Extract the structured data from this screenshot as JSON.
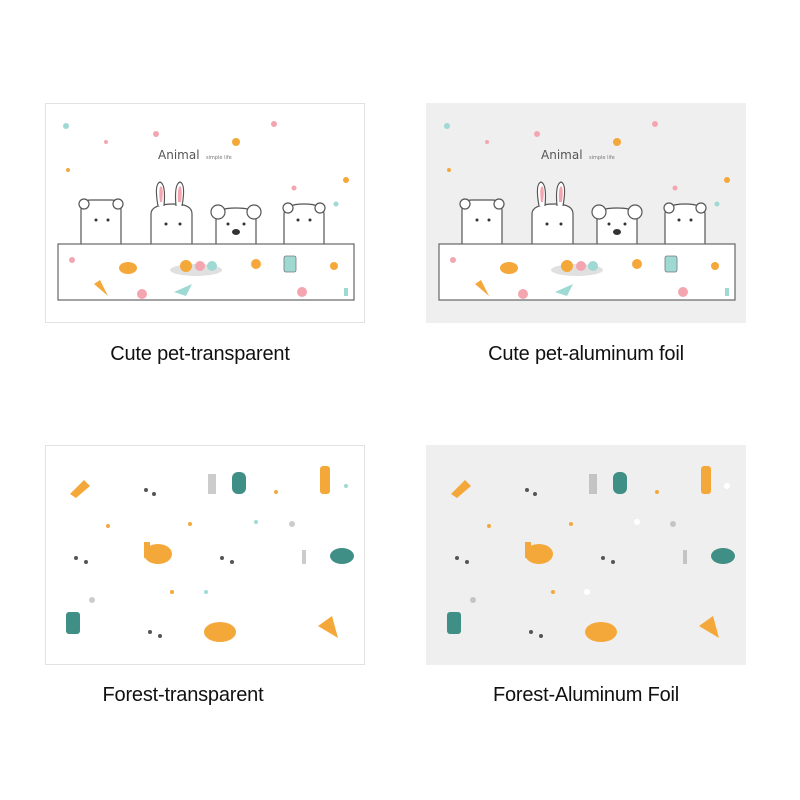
{
  "products": [
    {
      "id": "cute-pet-transparent",
      "caption": "Cute pet-transparent",
      "finish": "transparent",
      "pattern": "cute-pet"
    },
    {
      "id": "cute-pet-aluminum-foil",
      "caption": "Cute pet-aluminum foil",
      "finish": "foil",
      "pattern": "cute-pet"
    },
    {
      "id": "forest-transparent",
      "caption": "Forest-transparent",
      "finish": "transparent",
      "pattern": "forest"
    },
    {
      "id": "forest-aluminum-foil",
      "caption": "Forest-Aluminum Foil",
      "finish": "foil",
      "pattern": "forest"
    }
  ],
  "mat_print": {
    "title": "Animal",
    "subtitle": "simple life"
  },
  "colors": {
    "transparent_bg": "#ffffff",
    "foil_bg": "#efefef",
    "line": "#555555",
    "pink": "#f4a6b0",
    "orange": "#f5a83a",
    "teal": "#3f8f86",
    "mint": "#9fd9d4"
  }
}
